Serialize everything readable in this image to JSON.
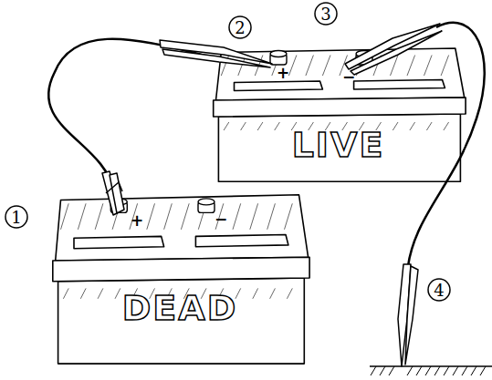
{
  "diagram": {
    "nodes": [
      {
        "text": [
          "LIVE"
        ]
      },
      {
        "text": [
          "DEAD"
        ]
      }
    ],
    "edges": [
      {
        "from": 1,
        "to": 0,
        "arrow": "none"
      }
    ],
    "labels": [
      "1",
      "2",
      "3",
      "4",
      "+",
      "−",
      "+",
      "−"
    ]
  }
}
